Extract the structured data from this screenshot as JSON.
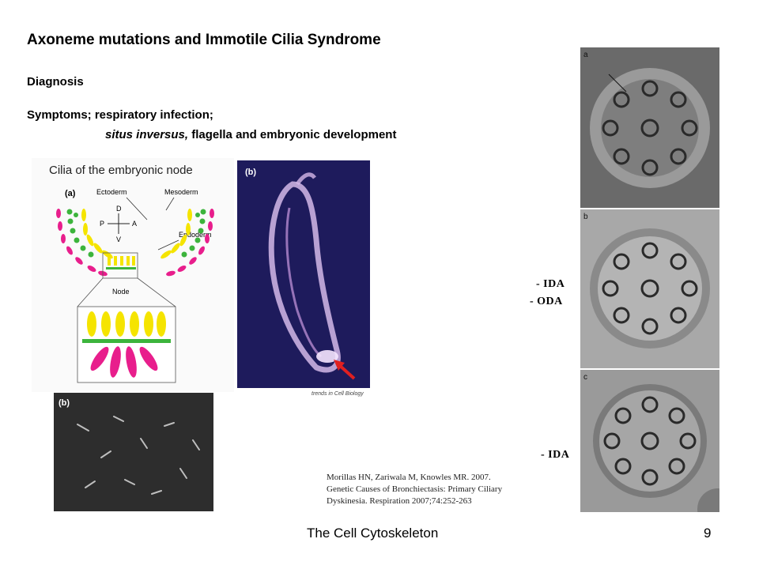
{
  "slide": {
    "title": "Axoneme mutations and Immotile Cilia Syndrome",
    "subtitle": "Diagnosis",
    "symptoms_line": "Symptoms; respiratory infection;",
    "situs_italic": "situs inversus,",
    "situs_rest": " flagella and embryonic development"
  },
  "figure_node": {
    "heading": "Cilia of the embryonic node",
    "panel_a_label": "(a)",
    "ectoderm": "Ectoderm",
    "mesoderm": "Mesoderm",
    "endoderm": "Endoderm",
    "axis_d": "D",
    "axis_v": "V",
    "axis_p": "P",
    "axis_a": "A",
    "node_label": "Node"
  },
  "figure_embryo": {
    "panel_b_label": "(b)",
    "source": "trends in Cell Biology"
  },
  "figure_cilia_em": {
    "panel_b_label": "(b)"
  },
  "em_panels": {
    "label_a": "a",
    "label_b": "b",
    "label_c": "c"
  },
  "markers": {
    "ida_1": "- IDA",
    "oda": "- ODA",
    "ida_2": "- IDA"
  },
  "citation": {
    "line1": "Morillas HN, Zariwala M, Knowles MR. 2007.",
    "line2": "Genetic Causes of Bronchiectasis: Primary Ciliary",
    "line3": "Dyskinesia. Respiration 2007;74:252-263"
  },
  "footer": {
    "title": "The Cell Cytoskeleton",
    "page_number": "9"
  },
  "colors": {
    "ectoderm_cilia": "#f5e400",
    "mesoderm": "#e81e8c",
    "endoderm": "#3cb43c",
    "embryo_background": "#1e1b5c",
    "arrow": "#e02020"
  }
}
